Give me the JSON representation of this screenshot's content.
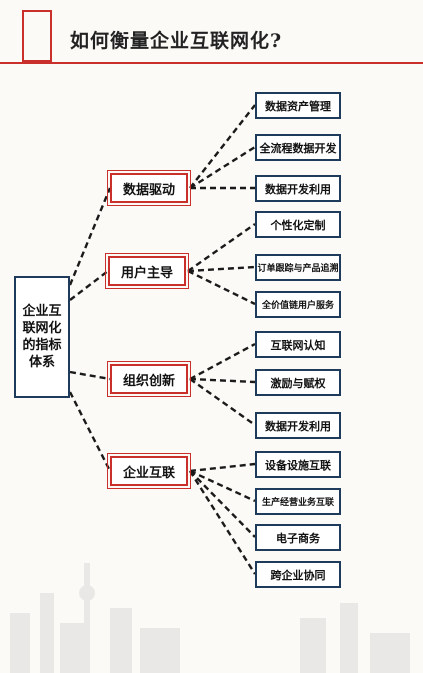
{
  "header": {
    "title": "如何衡量企业互联网化?"
  },
  "diagram": {
    "root": {
      "label": "企业互联网化的指标体系"
    },
    "branches": [
      {
        "label": "数据驱动",
        "children": [
          "数据资产管理",
          "全流程数据开发",
          "数据开发利用"
        ]
      },
      {
        "label": "用户主导",
        "children": [
          "个性化定制",
          "订单跟踪与产品追溯",
          "全价值链用户服务"
        ]
      },
      {
        "label": "组织创新",
        "children": [
          "互联网认知",
          "激励与赋权",
          "数据开发利用"
        ]
      },
      {
        "label": "企业互联",
        "children": [
          "设备设施互联",
          "生产经营业务互联",
          "电子商务",
          "跨企业协同"
        ]
      }
    ]
  },
  "colors": {
    "accent": "#c9302c",
    "box_border": "#1f3b5c",
    "background": "#fbfaf7"
  }
}
